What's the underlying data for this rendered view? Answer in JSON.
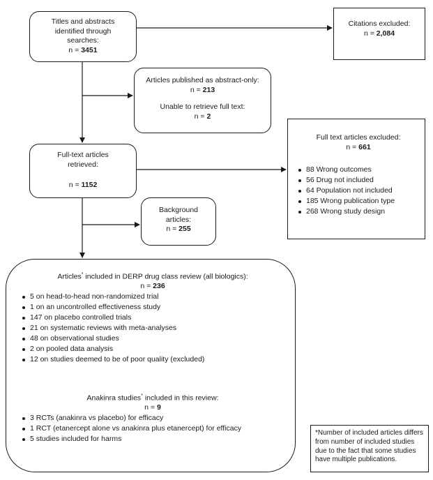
{
  "identified": {
    "label": "Titles and abstracts identified through searches:",
    "n_prefix": "n = ",
    "n": "3451"
  },
  "citations_excluded": {
    "label": "Citations excluded:",
    "n_prefix": "n = ",
    "n": "2,084"
  },
  "abstract_only": {
    "label1": "Articles published as abstract-only:",
    "n1_prefix": "n = ",
    "n1": "213",
    "label2": "Unable to retrieve full text:",
    "n2_prefix": "n = ",
    "n2": "2"
  },
  "full_text_retrieved": {
    "label": "Full-text articles retrieved:",
    "n_prefix": "n = ",
    "n": "1152"
  },
  "full_text_excluded": {
    "label": "Full text articles excluded:",
    "n_prefix": "n = ",
    "n": "661",
    "items": [
      "88  Wrong outcomes",
      "56 Drug not included",
      "64 Population not included",
      "185 Wrong publication type",
      "268 Wrong study design"
    ]
  },
  "background": {
    "label": "Background articles:",
    "n_prefix": "n = ",
    "n": "255"
  },
  "included": {
    "label_pre": "Articles",
    "label_sup": "*",
    "label_post": " included in DERP drug class review (all biologics):",
    "n_prefix": "n = ",
    "n": "236",
    "items": [
      "5 on head-to-head non-randomized trial",
      "1 on an uncontrolled effectiveness study",
      "147 on placebo controlled trials",
      "21 on systematic reviews with meta-analyses",
      "48 on observational studies",
      "2 on pooled data analysis",
      "12 on studies deemed to be of poor quality (excluded)"
    ],
    "anakinra_pre": "Anakinra studies",
    "anakinra_sup": "*",
    "anakinra_post": " included in this review:",
    "anakinra_n_prefix": "n = ",
    "anakinra_n": "9",
    "anakinra_items": [
      "3 RCTs (anakinra vs placebo) for efficacy",
      "1 RCT (etanercept alone vs anakinra plus etanercept) for efficacy",
      "5 studies included for harms"
    ]
  },
  "footnote": "*Number of included articles differs from number of included studies due to the fact that some studies have multiple publications."
}
